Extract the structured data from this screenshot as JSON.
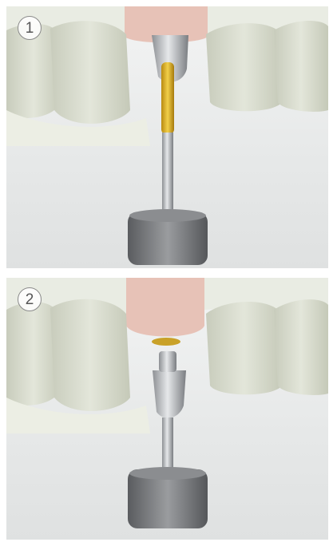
{
  "panels": [
    {
      "step_label": "1",
      "stage": "screw-insertion"
    },
    {
      "step_label": "2",
      "stage": "screw-seated"
    }
  ],
  "colors": {
    "tooth": "#d9dccf",
    "tooth_shade": "#c3c7b6",
    "gum": "#e8c3b8",
    "bone": "#eef0e6",
    "metal_light": "#d7d9dc",
    "metal_dark": "#7d8084",
    "screw_gold": "#e0b52a",
    "handle": "#6e7073"
  }
}
